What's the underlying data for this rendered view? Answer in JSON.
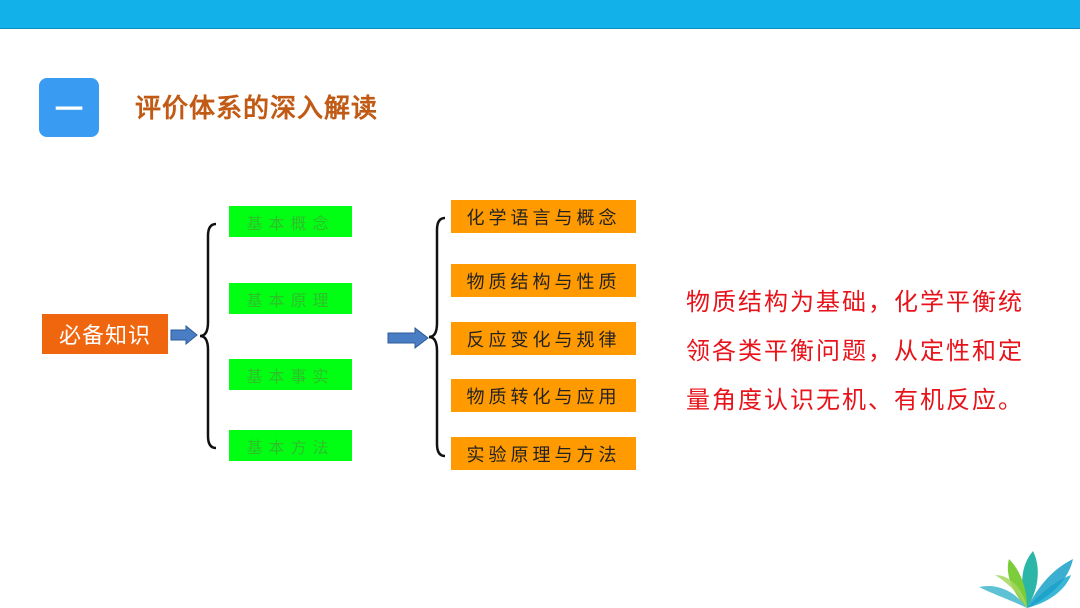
{
  "header": {
    "section_number": "一",
    "title": "评价体系的深入解读"
  },
  "diagram": {
    "root": "必备知识",
    "level1": [
      "基本概念",
      "基本原理",
      "基本事实",
      "基本方法"
    ],
    "level2": [
      "化学语言与概念",
      "物质结构与性质",
      "反应变化与规律",
      "物质转化与应用",
      "实验原理与方法"
    ]
  },
  "summary": {
    "lines": [
      "物质结构为基础，化学平衡统",
      "领各类平衡问题，从定性和定",
      "量角度认识无机、有机反应。"
    ]
  },
  "colors": {
    "top_bar": "#12b1ea",
    "badge": "#3a9bf2",
    "title": "#c05a14",
    "root_fill": "#f0660f",
    "level1_fill": "#00ff12",
    "level2_fill": "#ff9a00",
    "summary_text": "#e8131a",
    "arrow_fill": "#4a7ec4"
  }
}
